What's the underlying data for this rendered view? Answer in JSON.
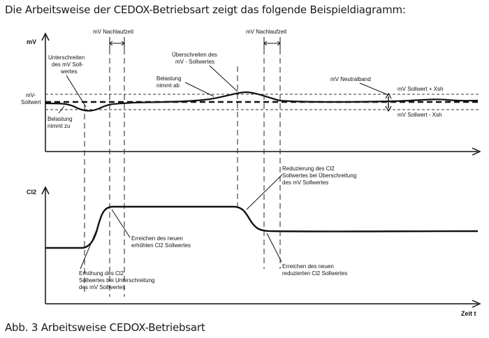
{
  "intro_text": "Die Arbeitsweise der CEDOX-Betriebsart zeigt das folgende Beispieldiagramm:",
  "caption": "Abb. 3  Arbeitsweise CEDOX-Betriebsart",
  "top_chart": {
    "y_axis_label": "mV",
    "setpoint_label_line1": "mV-",
    "setpoint_label_line2": "Sollwert",
    "nachlauf_label_1": "mV Nachlaufzeit",
    "nachlauf_label_2": "mV Nachlaufzeit",
    "under_line1": "Unterschreiten",
    "under_line2": "des mV  Soll-",
    "under_line3": "wertes",
    "over_line1": "Überschreiten des",
    "over_line2": "mV - Sollwertes",
    "load_down_line1": "Belastung",
    "load_down_line2": "nimmt ab",
    "load_up_line1": "Belastung",
    "load_up_line2": "nimmt zu",
    "neutral_band": "mV Neutralband",
    "upper_limit": "mV Sollwert + Xsh",
    "lower_limit": "mV Sollwert - Xsh"
  },
  "bottom_chart": {
    "y_axis_label": "Cl2",
    "x_axis_label": "Zeit t",
    "reduce_line1": "Reduzierung des Cl2",
    "reduce_line2": "Sollwertes bei Überschreitung",
    "reduce_line3": "des mV Sollwertes",
    "reach_high_line1": "Erreichen  des neuen",
    "reach_high_line2": "erhöhten Cl2 Sollwertes",
    "raise_line1": "Erhöhung des Cl2",
    "raise_line2": "Sollwertes bei Unterschreitung",
    "raise_line3": "des mV Sollwertes",
    "reach_low_line1": "Erreichen  des neuen",
    "reach_low_line2": "reduzierten Cl2 Sollwertes"
  }
}
